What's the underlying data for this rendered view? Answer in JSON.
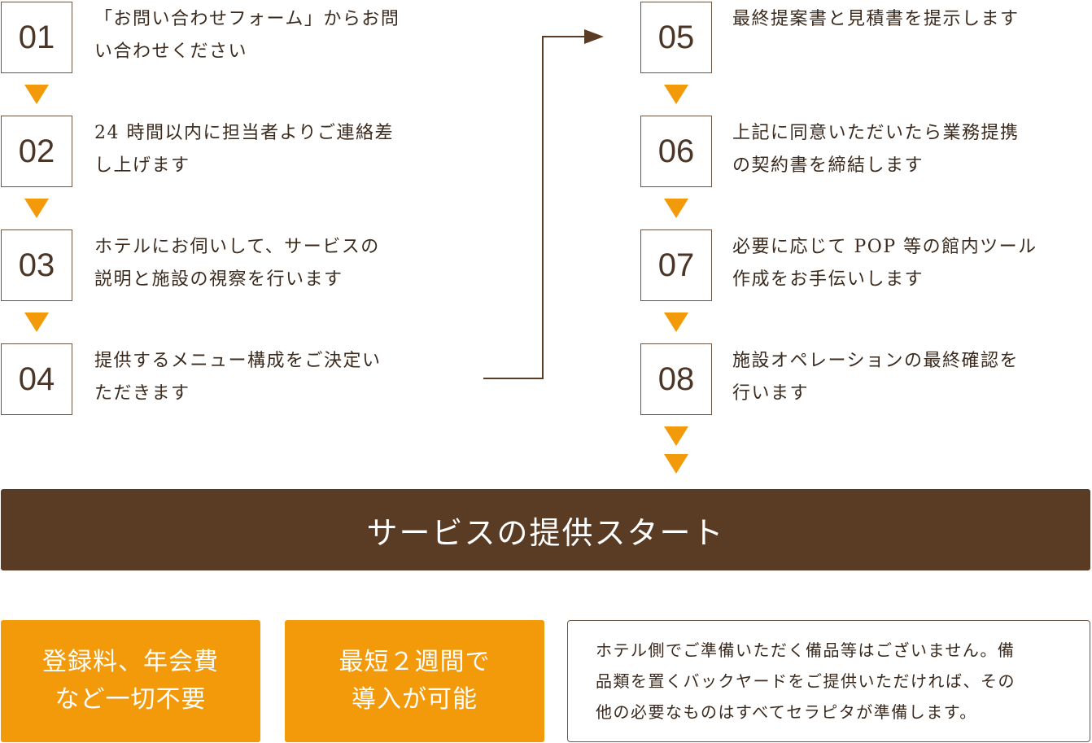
{
  "steps": [
    {
      "number": "01",
      "lines": [
        "「お問い合わせフォーム」からお問",
        "い合わせください"
      ]
    },
    {
      "number": "02",
      "lines": [
        "24 時間以内に担当者よりご連絡差",
        "し上げます"
      ]
    },
    {
      "number": "03",
      "lines": [
        "ホテルにお伺いして、サービスの",
        "説明と施設の視察を行います"
      ]
    },
    {
      "number": "04",
      "lines": [
        "提供するメニュー構成をご決定い",
        "ただきます"
      ]
    },
    {
      "number": "05",
      "lines": [
        "最終提案書と見積書を提示します"
      ]
    },
    {
      "number": "06",
      "lines": [
        "上記に同意いただいたら業務提携",
        "の契約書を締結します"
      ]
    },
    {
      "number": "07",
      "lines": [
        "必要に応じて POP 等の館内ツール",
        "作成をお手伝いします"
      ]
    },
    {
      "number": "08",
      "lines": [
        "施設オペレーションの最終確認を",
        "行います"
      ]
    }
  ],
  "banner": "サービスの提供スタート",
  "badges": [
    {
      "lines": [
        "登録料、年会費",
        "など一切不要"
      ]
    },
    {
      "lines": [
        "最短２週間で",
        "導入が可能"
      ]
    }
  ],
  "note": {
    "lines": [
      "ホテル側でご準備いただく備品等はございません。備",
      "品類を置くバックヤードをご提供いただければ、その",
      "他の必要なものはすべてセラピタが準備します。"
    ]
  },
  "colors": {
    "accent": "#f39a0b",
    "brown": "#5a3b24",
    "border": "#6b5646"
  }
}
